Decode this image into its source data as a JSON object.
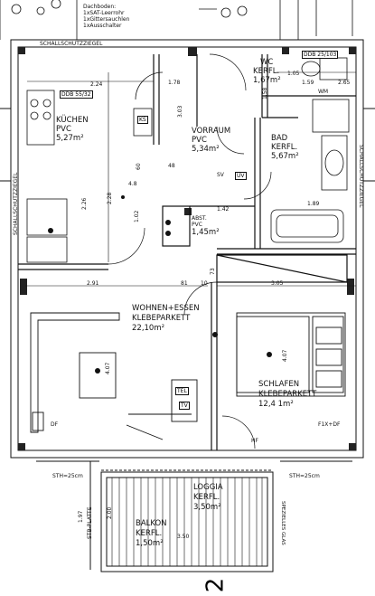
{
  "header_note": {
    "l1": "Dachboden:",
    "l2": "1xSAT-Leerrohr",
    "l3": "1xGittersauchlen",
    "l4": "1xAusschalter"
  },
  "walls": {
    "top": "SCHALLSCHUTZZIEGEL",
    "left": "SCHALLSCHUTZZIEGEL",
    "right": "SCHALLSCHUTZZIEGEL"
  },
  "rooms": {
    "kitchen": {
      "name": "KÜCHEN",
      "floor": "PVC",
      "area": "5,27m²"
    },
    "hall": {
      "name": "VORRAUM",
      "floor": "PVC",
      "area": "5,34m²"
    },
    "wc": {
      "name": "WC",
      "floor": "KERFL.",
      "area": "1,67m²"
    },
    "bath": {
      "name": "BAD",
      "floor": "KERFL.",
      "area": "5,67m²"
    },
    "storage": {
      "name": "ABST.",
      "floor": "PVC",
      "area": "1,45m²"
    },
    "living": {
      "name": "WOHNEN+ESSEN",
      "floor": "KLEBEPARKETT",
      "area": "22,10m²"
    },
    "bedroom": {
      "name": "SCHLAFEN",
      "floor": "KLEBEPARKETT",
      "area": "12,4 1m²"
    },
    "loggia": {
      "name": "LOGGIA",
      "floor": "KERFL.",
      "area": "3,50m²"
    },
    "balcony": {
      "name": "BALKON",
      "floor": "KERFL.",
      "area": "1,50m²"
    }
  },
  "tags": {
    "ddb1": "DDB 55/32",
    "ddb2": "DDB 25/103",
    "ks": "KS",
    "tel": "TEL",
    "tv": "TV",
    "sv": "SV",
    "uv": "UV",
    "ftv": "F1X+DF",
    "hf": "HF",
    "df": "DF",
    "wm": "WM"
  },
  "dims": {
    "d1": "2.24",
    "d2": "1.78",
    "d3": "1.05",
    "d4": "1.59",
    "d5": "2.65",
    "d6": "2.91",
    "d7": "81",
    "d8": "10",
    "d9": "3.05",
    "d10": "4.07",
    "d11": "4.07",
    "d12": "3.03",
    "d13": "2.28",
    "d14": "2.26",
    "d15": "1.02",
    "d16": "1.42",
    "d17": "1.89",
    "d18": "1.97",
    "d19": "3.50",
    "d20": "2.00",
    "d21": "48",
    "d22": "60",
    "d23": "73",
    "d24": "1.58",
    "d25": "4.8"
  },
  "annot": {
    "sth1": "STH=25cm",
    "sth2": "STH=25cm",
    "stbplatte": "STB-PLATTE",
    "special": "SPEZIELLES GLAS",
    "floor_no": "2"
  }
}
